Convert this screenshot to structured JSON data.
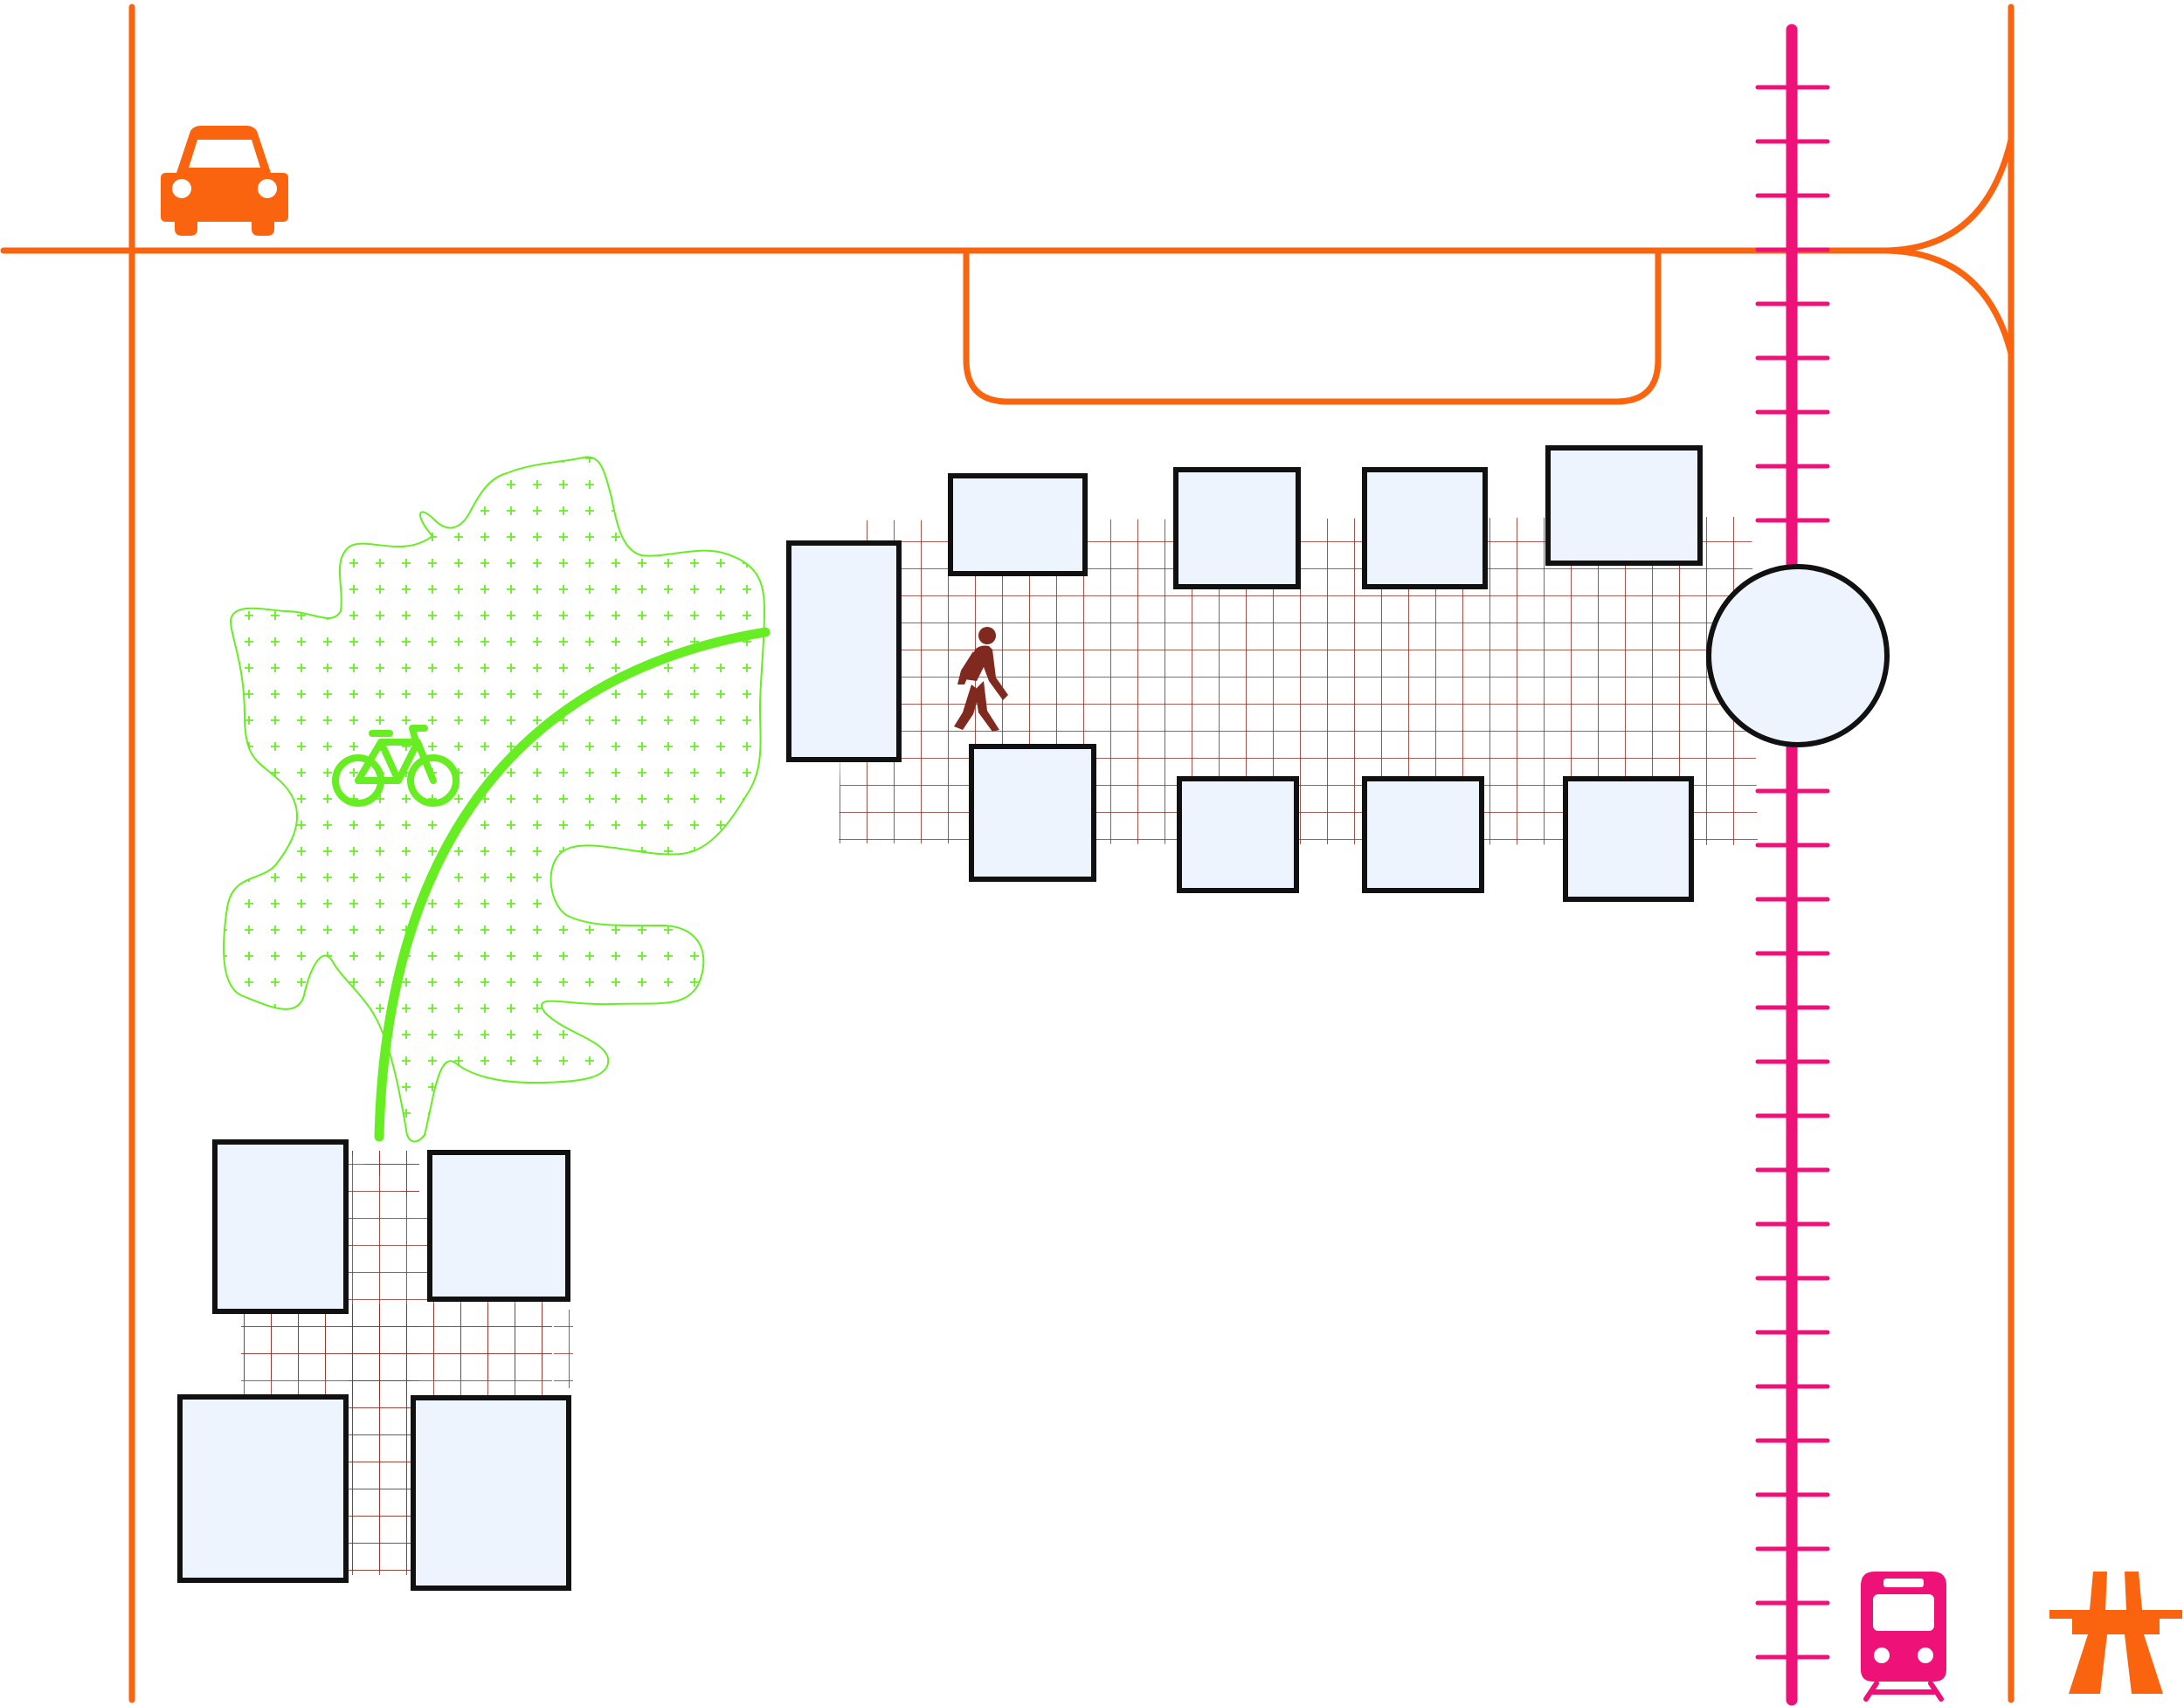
{
  "colors": {
    "road": "#fa640f",
    "rail": "#ee1177",
    "green": "#66ee22",
    "paving": "#8c2a22",
    "building_fill": "#edf4fd",
    "building_stroke": "#111111",
    "pedestrian": "#80291f"
  },
  "legend_icons": {
    "car": "car-icon",
    "bicycle": "bicycle-icon",
    "pedestrian": "pedestrian-icon",
    "train": "train-icon",
    "motorway": "motorway-icon"
  },
  "layers": [
    "road-network",
    "rail-line",
    "green-space",
    "cycle-path",
    "paved-plaza",
    "buildings",
    "station"
  ]
}
